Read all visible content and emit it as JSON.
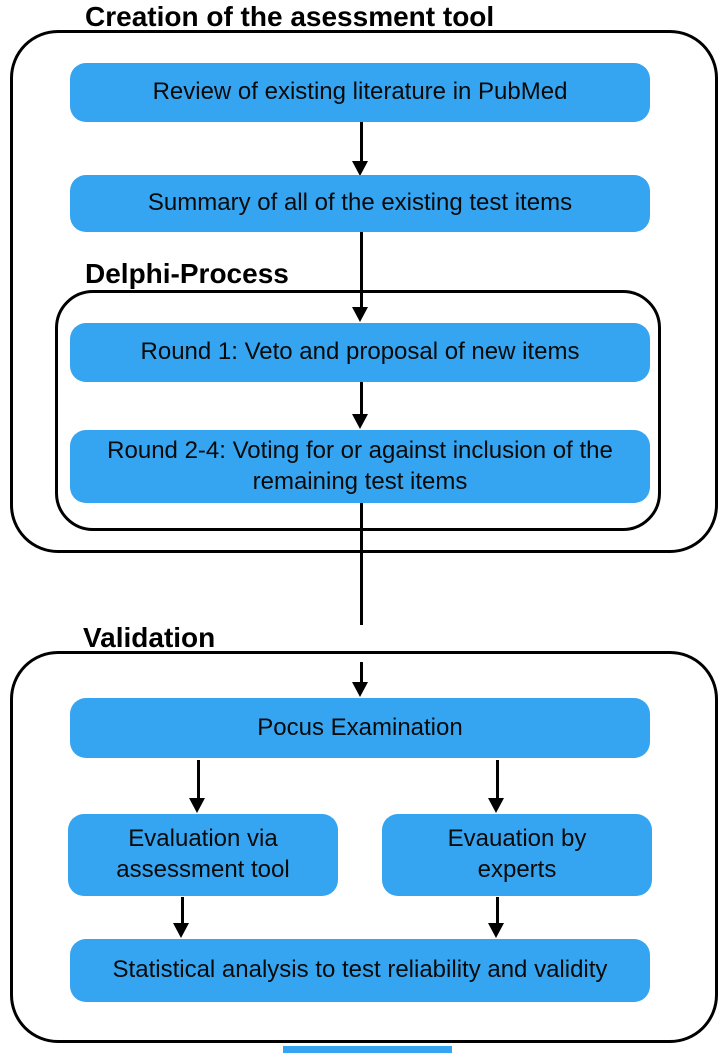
{
  "figure": {
    "type": "flowchart",
    "background": "#ffffff",
    "node_fill": "#36a5f1",
    "outline_color": "#000000",
    "text_color": "#000000"
  },
  "sections": {
    "creation": {
      "label": "Creation of the asessment tool"
    },
    "delphi": {
      "label": "Delphi-Process"
    },
    "validation": {
      "label": "Validation"
    }
  },
  "nodes": {
    "review": {
      "label": "Review of existing literature in PubMed"
    },
    "summary": {
      "label": "Summary of all of the existing test items"
    },
    "round1": {
      "label": "Round 1: Veto and proposal of new items"
    },
    "round2_4": {
      "label": "Round 2-4: Voting for or against inclusion of the remaining test items"
    },
    "pocus": {
      "label": "Pocus Examination"
    },
    "eval_tool": {
      "label": "Evaluation via assessment tool"
    },
    "eval_experts": {
      "label": "Evauation by experts"
    },
    "statistical": {
      "label": "Statistical analysis to test reliability and validity"
    }
  },
  "edges": [
    {
      "from": "review",
      "to": "summary"
    },
    {
      "from": "summary",
      "to": "round1"
    },
    {
      "from": "round1",
      "to": "round2_4"
    },
    {
      "from": "round2_4",
      "to": "validation_section"
    },
    {
      "from": "validation_section_top",
      "to": "pocus"
    },
    {
      "from": "pocus",
      "to": "eval_tool"
    },
    {
      "from": "pocus",
      "to": "eval_experts"
    },
    {
      "from": "eval_tool",
      "to": "statistical"
    },
    {
      "from": "eval_experts",
      "to": "statistical"
    }
  ]
}
